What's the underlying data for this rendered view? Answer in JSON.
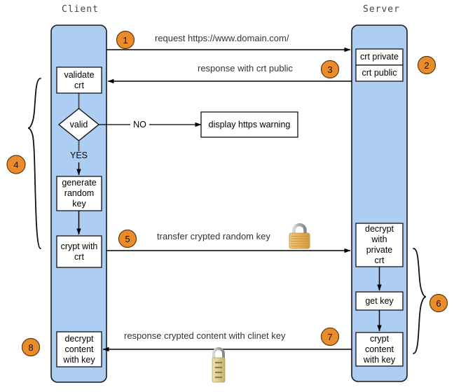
{
  "diagram": {
    "title": "HTTPS handshake sequence diagram",
    "colors": {
      "lane_fill": "#aecdf2",
      "lane_stroke": "#1a1a1a",
      "box_fill": "#ffffff",
      "box_stroke": "#111111",
      "circle_fill": "#ea8c2c",
      "circle_stroke": "#5c3a10",
      "arrow": "#000000",
      "background": "#ffffff",
      "lock_body": "#e8b96b",
      "lock_shackle": "#9a9a9a"
    },
    "lanes": [
      {
        "id": "client",
        "header": "Client"
      },
      {
        "id": "server",
        "header": "Server"
      }
    ],
    "client_nodes": [
      {
        "id": "validate-crt",
        "text": "validate\ncrt"
      },
      {
        "id": "valid-decision",
        "text": "valid"
      },
      {
        "id": "yes-label",
        "text": "YES"
      },
      {
        "id": "generate-random-key",
        "text": "generate\nrandom\nkey"
      },
      {
        "id": "crypt-with-crt",
        "text": "crypt with\ncrt"
      },
      {
        "id": "decrypt-content-with-key",
        "text": "decrypt\ncontent\nwith key"
      }
    ],
    "server_nodes": [
      {
        "id": "crt-private",
        "text": "crt private"
      },
      {
        "id": "crt-public",
        "text": "crt public"
      },
      {
        "id": "decrypt-with-private-crt",
        "text": "decrypt\nwith\nprivate\ncrt"
      },
      {
        "id": "get-key",
        "text": "get key"
      },
      {
        "id": "crypt-content-with-key",
        "text": "crypt\ncontent\nwith key"
      }
    ],
    "external_nodes": [
      {
        "id": "display-https-warning",
        "text": "display https warning"
      }
    ],
    "edge_labels": [
      {
        "id": "no-label",
        "text": "NO"
      }
    ],
    "messages": [
      {
        "id": "msg-request",
        "text": "request https://www.domain.com/"
      },
      {
        "id": "msg-response-crt",
        "text": "response with crt public"
      },
      {
        "id": "msg-transfer-key",
        "text": "transfer crypted random key"
      },
      {
        "id": "msg-response-content",
        "text": "response crypted content with clinet key"
      }
    ],
    "step_markers": [
      {
        "id": "step-1",
        "label": "1"
      },
      {
        "id": "step-2",
        "label": "2"
      },
      {
        "id": "step-3",
        "label": "3"
      },
      {
        "id": "step-4",
        "label": "4"
      },
      {
        "id": "step-5",
        "label": "5"
      },
      {
        "id": "step-6",
        "label": "6"
      },
      {
        "id": "step-7",
        "label": "7"
      },
      {
        "id": "step-8",
        "label": "8"
      }
    ],
    "icons": [
      {
        "id": "padlock-transfer",
        "name": "padlock-icon"
      },
      {
        "id": "padlock-response",
        "name": "combination-padlock-icon"
      }
    ]
  }
}
